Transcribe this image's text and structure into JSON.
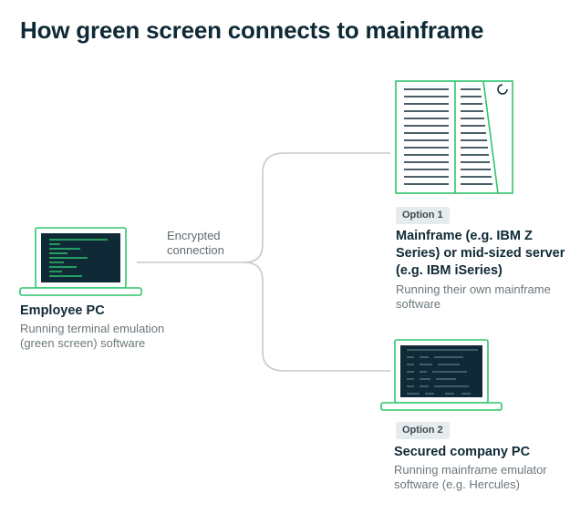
{
  "title": "How green screen connects to mainframe",
  "connection": {
    "label_line1": "Encrypted",
    "label_line2": "connection"
  },
  "employee_pc": {
    "title": "Employee PC",
    "desc_line1": "Running terminal emulation",
    "desc_line2": "(green screen) software"
  },
  "option1": {
    "badge": "Option 1",
    "title_line1": "Mainframe (e.g. IBM Z",
    "title_line2": "Series) or mid-sized server",
    "title_line3": "(e.g. IBM iSeries)",
    "desc_line1": "Running their own mainframe",
    "desc_line2": "software"
  },
  "option2": {
    "badge": "Option 2",
    "title": "Secured company PC",
    "desc_line1": "Running mainframe emulator",
    "desc_line2": "software (e.g. Hercules)"
  },
  "colors": {
    "accent_green": "#2fc56d",
    "screen_dark": "#0f2a36",
    "connector": "#c4cacc",
    "text_dark": "#0f2a36",
    "text_muted": "#6b777c",
    "badge_bg": "#e6eced"
  }
}
